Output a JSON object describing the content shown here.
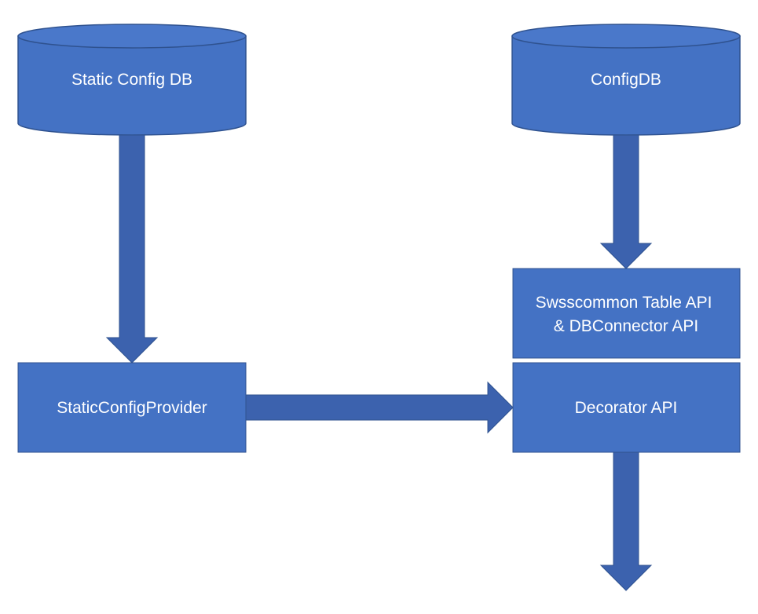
{
  "colors": {
    "fill": "#4472c4",
    "stroke": "#2f528f",
    "arrow": "#3c62ae",
    "text": "#ffffff"
  },
  "nodes": {
    "static_config_db": {
      "label": "Static Config DB"
    },
    "config_db": {
      "label": "ConfigDB"
    },
    "swsscommon_api": {
      "line1": "Swsscommon Table API",
      "line2": "& DBConnector API"
    },
    "static_config_provider": {
      "label": "StaticConfigProvider"
    },
    "decorator_api": {
      "label": "Decorator API"
    }
  },
  "edges": [
    {
      "from": "Static Config DB",
      "to": "StaticConfigProvider"
    },
    {
      "from": "ConfigDB",
      "to": "Swsscommon Table API & DBConnector API"
    },
    {
      "from": "StaticConfigProvider",
      "to": "Decorator API"
    },
    {
      "from": "Decorator API",
      "to": ""
    }
  ]
}
